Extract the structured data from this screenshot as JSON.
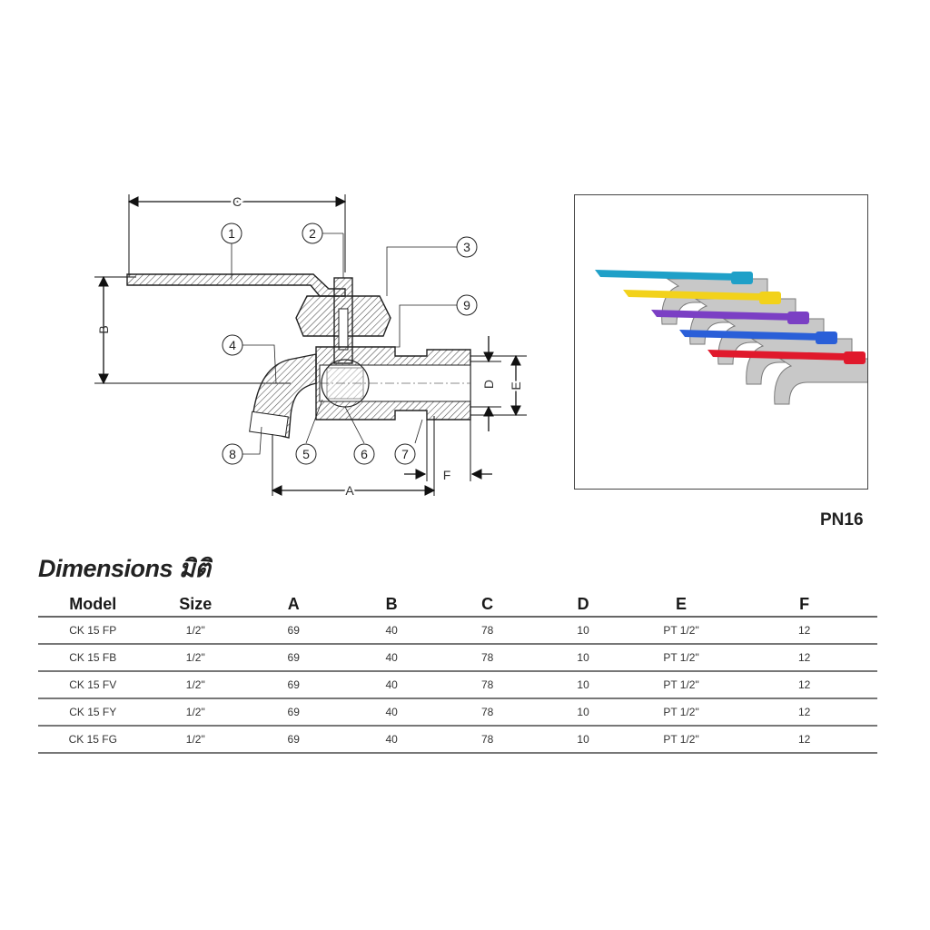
{
  "diagram": {
    "dimension_labels": [
      "C",
      "B",
      "A",
      "D",
      "E",
      "F"
    ],
    "part_numbers": [
      "1",
      "2",
      "3",
      "4",
      "5",
      "6",
      "7",
      "8",
      "9"
    ]
  },
  "pressure_rating": "PN16",
  "photo": {
    "handle_colors": [
      "#1fa0c8",
      "#f2d21b",
      "#7b3fc4",
      "#2a5fd8",
      "#e0192c"
    ]
  },
  "section_title": "Dimensions มิติ",
  "table": {
    "headers": [
      "Model",
      "Size",
      "A",
      "B",
      "C",
      "D",
      "E",
      "F"
    ],
    "rows": [
      [
        "CK 15 FP",
        "1/2\"",
        "69",
        "40",
        "78",
        "10",
        "PT 1/2\"",
        "12"
      ],
      [
        "CK 15 FB",
        "1/2\"",
        "69",
        "40",
        "78",
        "10",
        "PT 1/2\"",
        "12"
      ],
      [
        "CK 15 FV",
        "1/2\"",
        "69",
        "40",
        "78",
        "10",
        "PT 1/2\"",
        "12"
      ],
      [
        "CK 15 FY",
        "1/2\"",
        "69",
        "40",
        "78",
        "10",
        "PT 1/2\"",
        "12"
      ],
      [
        "CK 15 FG",
        "1/2\"",
        "69",
        "40",
        "78",
        "10",
        "PT 1/2\"",
        "12"
      ]
    ]
  }
}
